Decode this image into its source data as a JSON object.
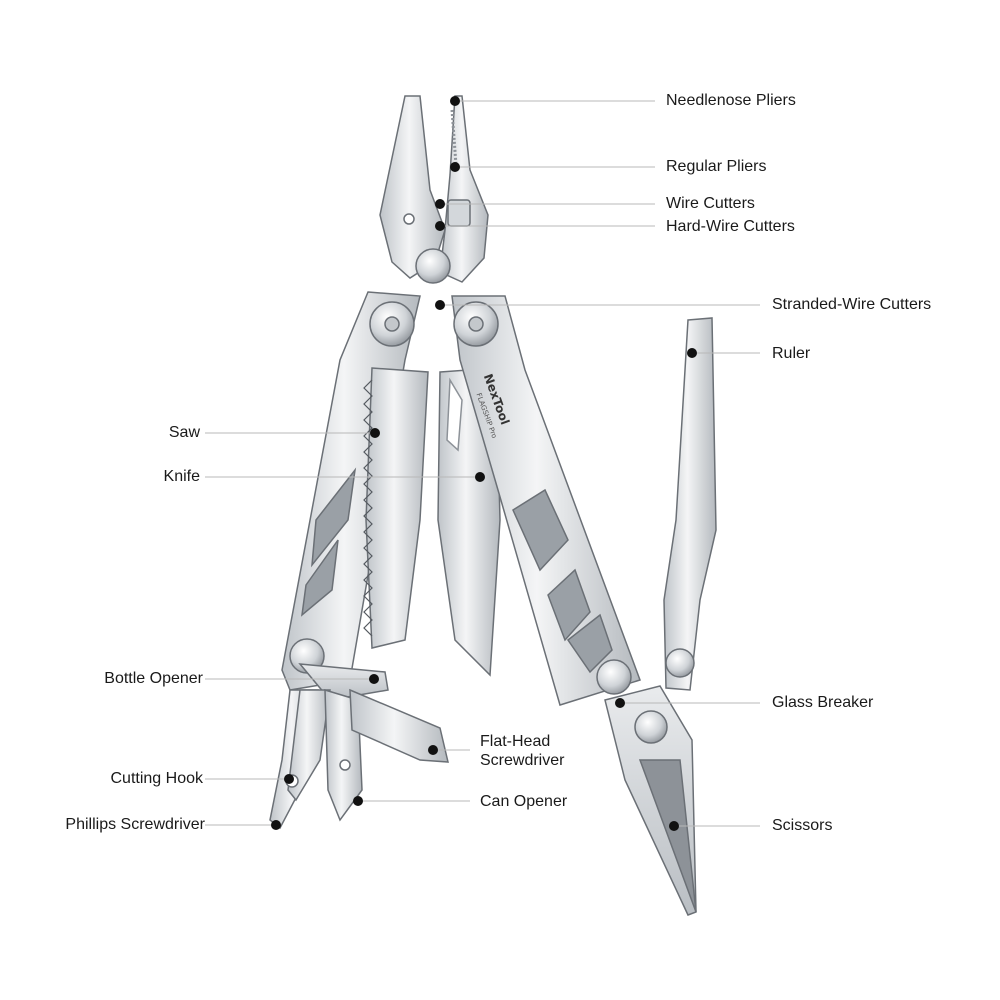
{
  "brand": {
    "logo": "NexTool",
    "model": "FLAGSHIP Pro"
  },
  "labels": {
    "needlenose_pliers": "Needlenose Pliers",
    "regular_pliers": "Regular Pliers",
    "wire_cutters": "Wire Cutters",
    "hard_wire_cutters": "Hard-Wire Cutters",
    "stranded_wire_cutters": "Stranded-Wire Cutters",
    "ruler": "Ruler",
    "saw": "Saw",
    "knife": "Knife",
    "bottle_opener": "Bottle Opener",
    "flat_head_screwdriver": "Flat-Head Screwdriver",
    "cutting_hook": "Cutting Hook",
    "can_opener": "Can Opener",
    "phillips_screwdriver": "Phillips Screwdriver",
    "glass_breaker": "Glass Breaker",
    "scissors": "Scissors"
  },
  "colors": {
    "background": "#ffffff",
    "steel_light": "#eceef0",
    "steel_mid": "#c9cdd1",
    "steel_dark": "#8d9298",
    "outline": "#6b7076",
    "leader_line": "#b8b8b8",
    "dot": "#111111",
    "text": "#1a1a1a"
  }
}
